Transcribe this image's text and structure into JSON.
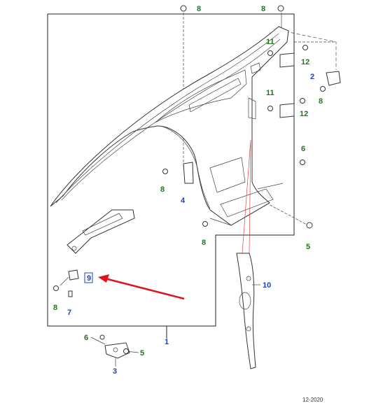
{
  "callouts": {
    "c8_top_left": "8",
    "c8_top_right": "8",
    "c11_a": "11",
    "c12_a": "12",
    "c2": "2",
    "c8_right": "8",
    "c11_b": "11",
    "c12_b": "12",
    "c6_right": "6",
    "c8_mid": "8",
    "c4": "4",
    "c8_lower": "8",
    "c5_right": "5",
    "c10": "10",
    "c9": "9",
    "c8_left": "8",
    "c7": "7",
    "c1": "1",
    "c6_bottom": "6",
    "c5_bottom": "5",
    "c3": "3"
  },
  "colors": {
    "green_callout": "#1a7a1a",
    "blue_callout": "#1f3fbf",
    "arrow": "#e0141e",
    "highlight_box": "#1f3fbf"
  },
  "footer": {
    "date": "12-2020"
  }
}
